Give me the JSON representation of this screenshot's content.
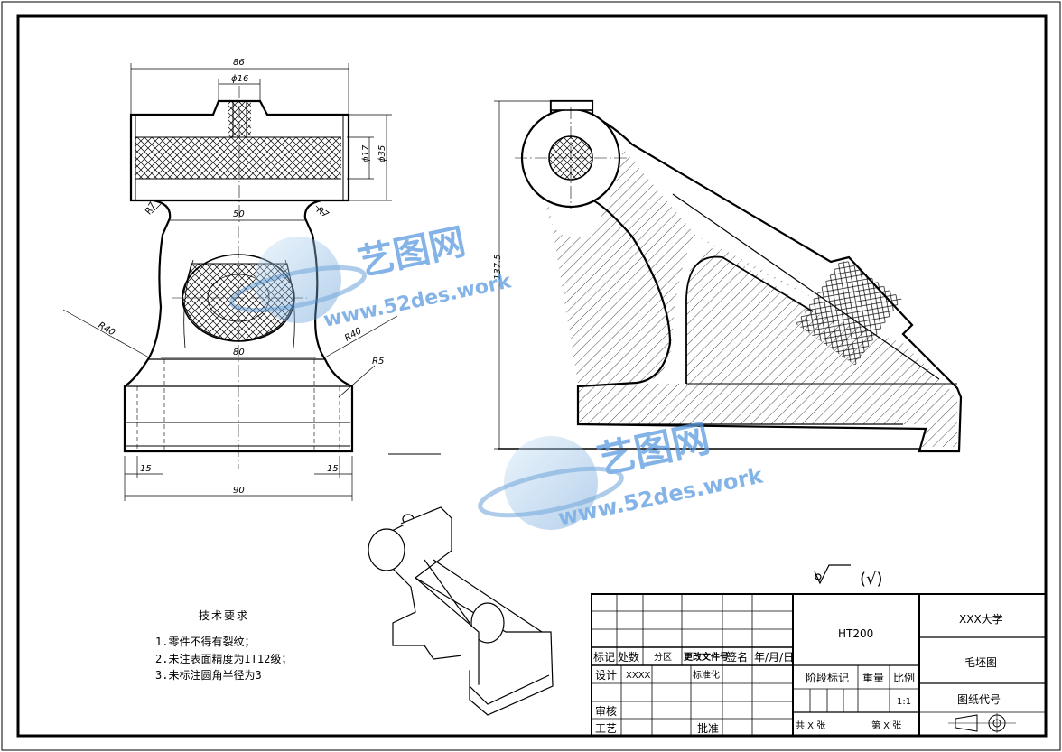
{
  "front_view": {
    "dims": {
      "width_top": "86",
      "boss_dia": "ϕ16",
      "bore_dia": "ϕ17",
      "outer_dia": "ϕ35",
      "neck_width": "50",
      "radius_left_small": "R7",
      "radius_right_small": "R7",
      "radius_left_large": "R40",
      "radius_right_large": "R40",
      "radius_foot": "R5",
      "inner_width": "80",
      "foot_left": "15",
      "foot_right": "15",
      "base_width": "90"
    }
  },
  "side_view": {
    "dims": {
      "height": "137.5"
    }
  },
  "watermark": {
    "brand": "艺图网",
    "url": "www.52des.work"
  },
  "surface_finish": {
    "symbol_text": "(√)"
  },
  "tech_requirements": {
    "title": "技术要求",
    "items": [
      "1.零件不得有裂纹；",
      "2.未注表面精度为IT12级；",
      "3.未标注圆角半径为3"
    ]
  },
  "title_block": {
    "material": "HT200",
    "school": "XXX大学",
    "drawing_name": "毛坯图",
    "drawing_code_label": "图纸代号",
    "mark": "标记",
    "count": "处数",
    "zone": "分区",
    "change_doc": "更改文件号",
    "signature": "签名",
    "date": "年/月/日",
    "design": "设计",
    "designer": "XXXX",
    "standardize": "标准化",
    "review": "审核",
    "process": "工艺",
    "approve": "批准",
    "stage_mark": "阶段标记",
    "weight": "重量",
    "scale_label": "比例",
    "scale_value": "1:1",
    "total_sheets": "共 X 张",
    "sheet_num": "第 X 张"
  }
}
